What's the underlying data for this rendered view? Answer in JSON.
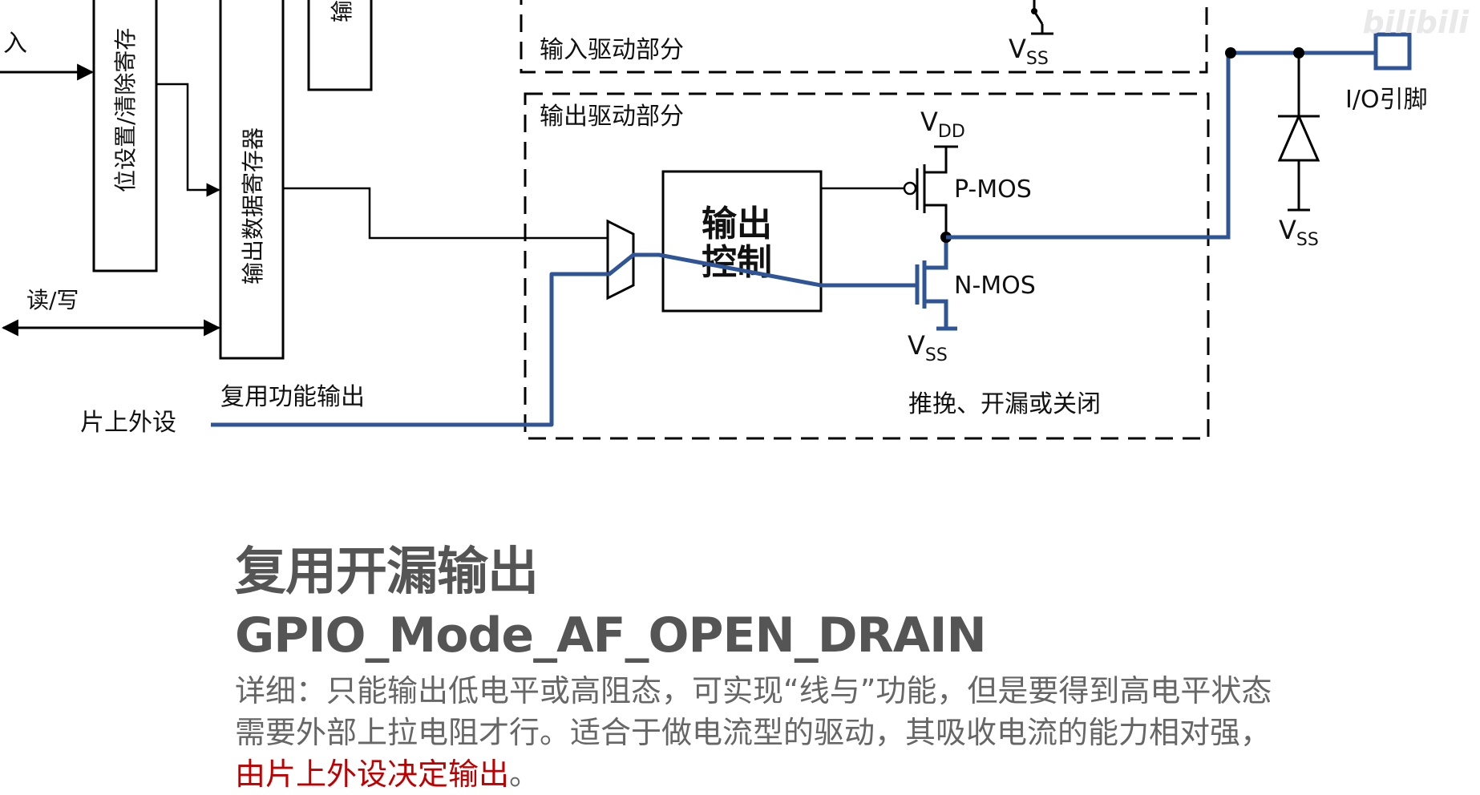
{
  "diagram": {
    "labels": {
      "input_fragment": "入",
      "bit_set_reset_register": "位设置/清除寄存",
      "output_data_register": "输出数据寄存器",
      "input_block_fragment": "输",
      "read_write": "读/写",
      "on_chip_peripheral": "片上外设",
      "alternate_function_output": "复用功能输出",
      "input_driver_section": "输入驱动部分",
      "output_driver_section": "输出驱动部分",
      "output_control": [
        "输出",
        "控制"
      ],
      "pmos": "P-MOS",
      "nmos": "N-MOS",
      "vdd": "V",
      "vdd_sub": "DD",
      "vss": "V",
      "vss_sub": "SS",
      "mode_options": "推挽、开漏或关闭",
      "io_pin": "I/O引脚"
    },
    "colors": {
      "highlight_path": "#2f5597",
      "lines": "#000000"
    }
  },
  "caption": {
    "title_cn": "复用开漏输出",
    "title_code": "GPIO_Mode_AF_OPEN_DRAIN",
    "detail_main": "详细：只能输出低电平或高阻态，可实现“线与”功能，但是要得到高电平状态需要外部上拉电阻才行。适合于做电流型的驱动，其吸收电流的能力相对强，",
    "detail_highlight": "由片上外设决定输出",
    "detail_end": "。",
    "highlight_color": "#c00000"
  },
  "watermark": "bilibili"
}
